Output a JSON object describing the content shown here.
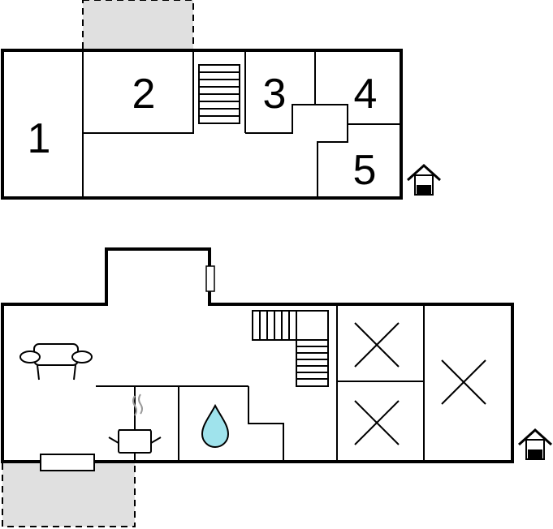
{
  "upper_floor": {
    "rooms": [
      {
        "label": "1"
      },
      {
        "label": "2"
      },
      {
        "label": "3"
      },
      {
        "label": "4"
      },
      {
        "label": "5"
      }
    ]
  },
  "icons": {
    "entrance": "house-entrance-icon",
    "sofa": "sofa-icon",
    "kitchen": "cooking-pot-icon",
    "bathroom": "water-drop-icon",
    "bedroom": "bed-cross-icon",
    "stairs": "stairs-icon"
  },
  "colors": {
    "wall": "#000000",
    "terrace": "#e0e0e0",
    "water": "#9fe3ec"
  }
}
